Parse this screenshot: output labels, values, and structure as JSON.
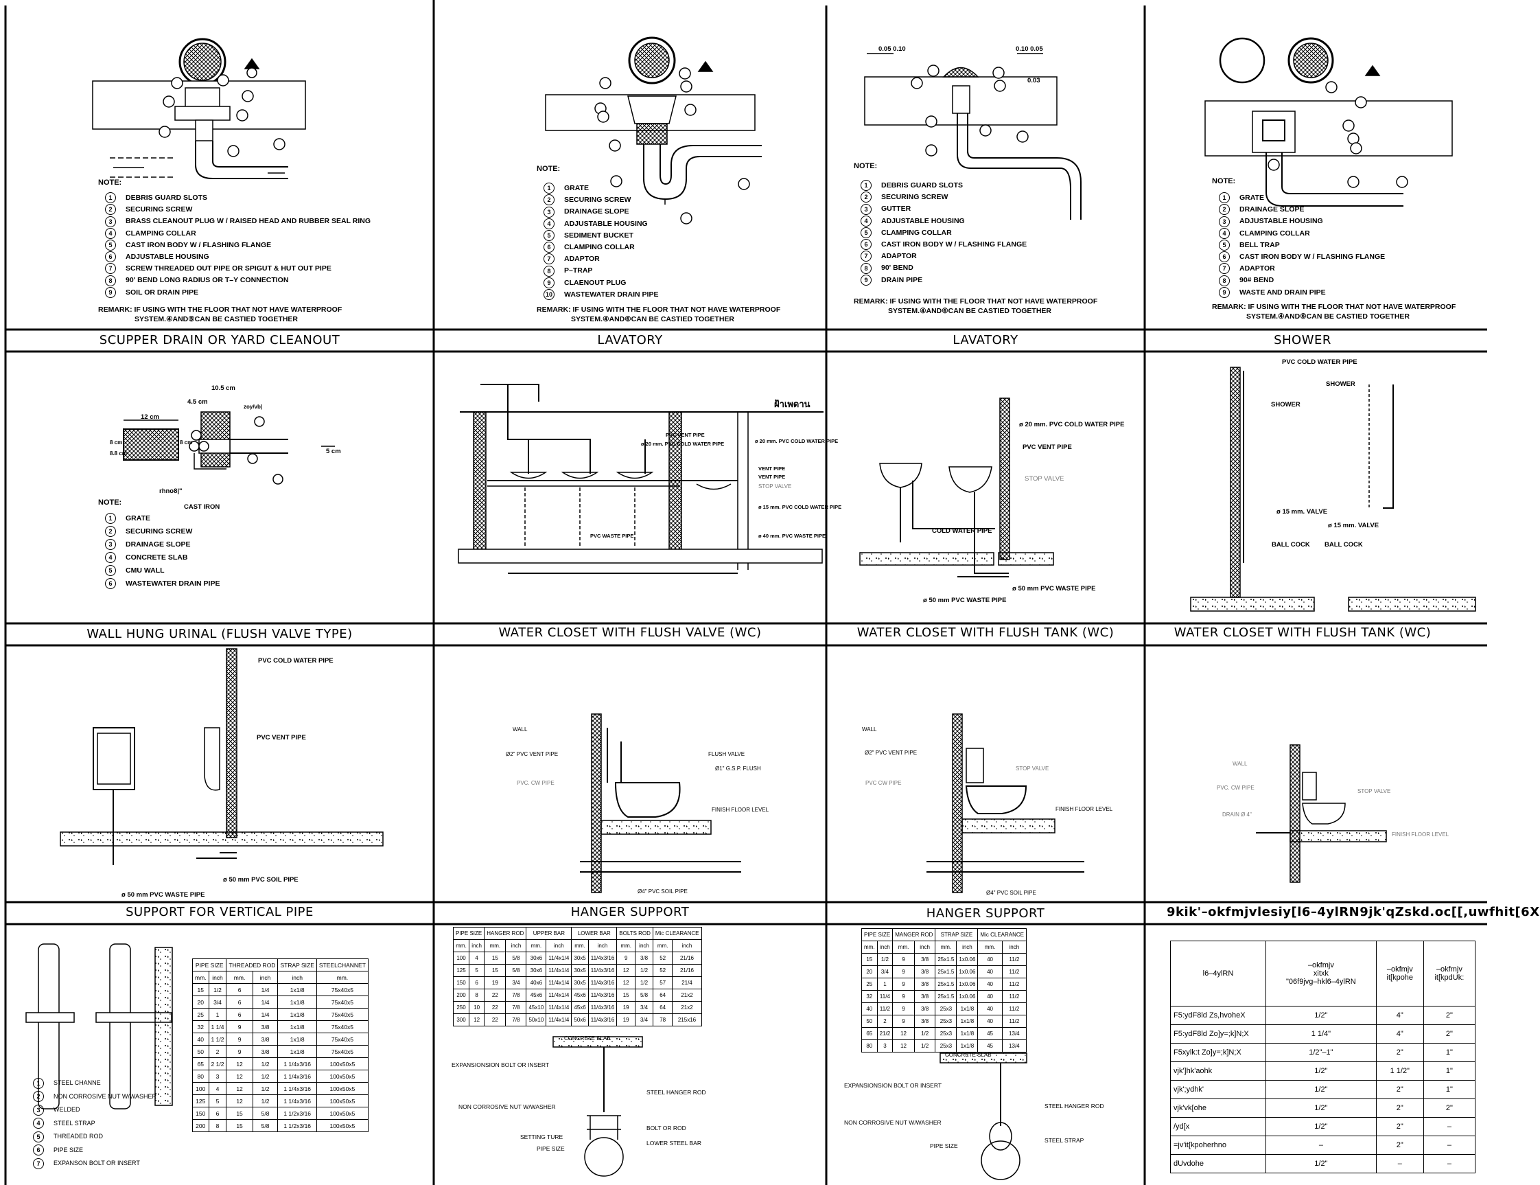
{
  "grid": {
    "titles": {
      "r1": [
        "SCUPPER DRAIN OR YARD CLEANOUT",
        "LAVATORY",
        "LAVATORY",
        "SHOWER"
      ],
      "r2": [
        "WALL HUNG URINAL (FLUSH VALVE TYPE)",
        "WATER CLOSET WITH FLUSH VALVE (WC)",
        "WATER CLOSET WITH FLUSH TANK (WC)",
        "WATER CLOSET WITH FLUSH TANK (WC)"
      ],
      "r3": [
        "SUPPORT FOR VERTICAL PIPE",
        "HANGER SUPPORT",
        "HANGER SUPPORT",
        "9kik'–okfmjvlesiy[l6–4ylRN9jk'qZskd.oc[[,uwfhit[6X"
      ]
    }
  },
  "note_label": "NOTE:",
  "remark_label": "REMARK:",
  "p1": {
    "notes": [
      "DEBRIS GUARD SLOTS",
      "SECURING SCREW",
      "BRASS CLEANOUT PLUG W / RAISED HEAD AND RUBBER SEAL RING",
      "CLAMPING COLLAR",
      "CAST IRON BODY W / FLASHING FLANGE",
      "ADJUSTABLE HOUSING",
      "SCREW THREADED OUT PIPE OR SPIGUT & HUT OUT PIPE",
      "90' BEND LONG RADIUS OR T–Y CONNECTION",
      "SOIL OR DRAIN PIPE"
    ],
    "remark1": "IF USING WITH THE FLOOR THAT NOT HAVE WATERPROOF",
    "remark2": "SYSTEM.④AND⑤CAN BE CASTIED TOGETHER"
  },
  "p2": {
    "notes": [
      "GRATE",
      "SECURING SCREW",
      "DRAINAGE SLOPE",
      "ADJUSTABLE HOUSING",
      "SEDIMENT BUCKET",
      "CLAMPING COLLAR",
      "ADAPTOR",
      "P–TRAP",
      "CLAENOUT PLUG",
      "WASTEWATER DRAIN PIPE"
    ],
    "remark1": "IF USING WITH THE FLOOR THAT NOT HAVE WATERPROOF",
    "remark2": "SYSTEM.④AND⑥CAN BE CASTIED TOGETHER"
  },
  "p3": {
    "dims_left": "0.05 0.10",
    "dims_right": "0.10 0.05",
    "dim_small": "0.03",
    "notes": [
      "DEBRIS GUARD SLOTS",
      "SECURING SCREW",
      "GUTTER",
      "ADJUSTABLE HOUSING",
      "CLAMPING COLLAR",
      "CAST IRON BODY W / FLASHING FLANGE",
      "ADAPTOR",
      "90' BEND",
      "DRAIN PIPE"
    ],
    "remark1": "IF USING WITH THE FLOOR THAT NOT HAVE WATERPROOF",
    "remark2": "SYSTEM.④AND⑥CAN BE CASTIED TOGETHER"
  },
  "p4": {
    "notes": [
      "GRATE",
      "DRAINAGE SLOPE",
      "ADJUSTABLE HOUSING",
      "CLAMPING COLLAR",
      "BELL TRAP",
      "CAST IRON BODY W / FLASHING FLANGE",
      "ADAPTOR",
      "90# BEND",
      "WASTE AND DRAIN PIPE"
    ],
    "remark1": "IF USING WITH THE FLOOR THAT NOT HAVE WATERPROOF",
    "remark2": "SYSTEM.④AND⑥CAN BE CASTIED TOGETHER"
  },
  "p5": {
    "dim_a": "10.5 cm",
    "dim_b": "4.5 cm",
    "dim_c": "12 cm",
    "dim_d": "8 cm",
    "dim_e": "8.8 cm",
    "dim_f": "8 cm",
    "dim_g": "5 cm",
    "wall": "zoy/vb|",
    "rhno": "rhno8|\"",
    "cast": "CAST IRON",
    "notes": [
      "GRATE",
      "SECURING SCREW",
      "DRAINAGE SLOPE",
      "CONCRETE SLAB",
      "CMU WALL",
      "WASTEWATER DRAIN PIPE"
    ]
  },
  "p6": {
    "thai": "ฝ้าเพดาน",
    "l1": "PVC VENT PIPE",
    "l2": "ø 20 mm. PVC COLD WATER PIPE",
    "l3": "ø 20 mm. PVC COLD WATER PIPE",
    "l4": "VENT PIPE",
    "l5": "VENT PIPE",
    "l6": "STOP VALVE",
    "l7": "ø 15 mm. PVC COLD WATER PIPE",
    "l8": "PVC WASTE PIPE",
    "l9": "ø 40 mm. PVC WASTE PIPE"
  },
  "p7": {
    "l1": "ø 20 mm. PVC COLD WATER PIPE",
    "l2": "PVC VENT PIPE",
    "l3": "STOP VALVE",
    "l4": "COLD WATER PIPE",
    "l5": "ø 50 mm PVC WASTE PIPE",
    "l6": "ø 50 mm PVC WASTE PIPE"
  },
  "p8": {
    "l1": "PVC COLD WATER PIPE",
    "l2": "SHOWER",
    "l3": "SHOWER",
    "l4": "ø 15 mm. VALVE",
    "l5": "ø 15 mm. VALVE",
    "l6": "BALL COCK",
    "l7": "BALL COCK"
  },
  "p9": {
    "l1": "PVC COLD WATER PIPE",
    "l2": "PVC VENT PIPE",
    "l3": "ø 50 mm PVC SOIL PIPE",
    "l4": "ø 50 mm PVC WASTE PIPE"
  },
  "p10": {
    "l1": "WALL",
    "l2": "Ø2\" PVC VENT PIPE",
    "l3": "PVC. CW PIPE",
    "l4": "FLUSH VALVE",
    "l5": "Ø1\" G.S.P. FLUSH",
    "l6": "FINISH FLOOR LEVEL",
    "l7": "Ø4\" PVC SOIL PIPE"
  },
  "p11": {
    "l1": "WALL",
    "l2": "Ø2\" PVC VENT PIPE",
    "l3": "PVC CW PIPE",
    "l4": "STOP VALVE",
    "l5": "FINISH FLOOR LEVEL",
    "l6": "Ø4\" PVC SOIL PIPE"
  },
  "p12": {
    "l1": "WALL",
    "l2": "PVC. CW PIPE",
    "l3": "DRAIN Ø 4\"",
    "l4": "STOP VALVE",
    "l5": "FINISH FLOOR LEVEL"
  },
  "p13": {
    "headers": [
      "PIPE SIZE",
      "THREADED ROD",
      "STRAP SIZE",
      "STEELCHANNET"
    ],
    "units": [
      "mm.",
      "inch",
      "mm.",
      "inch",
      "inch",
      "mm."
    ],
    "rows": [
      [
        "15",
        "1/2",
        "6",
        "1/4",
        "1x1/8",
        "75x40x5"
      ],
      [
        "20",
        "3/4",
        "6",
        "1/4",
        "1x1/8",
        "75x40x5"
      ],
      [
        "25",
        "1",
        "6",
        "1/4",
        "1x1/8",
        "75x40x5"
      ],
      [
        "32",
        "1 1/4",
        "9",
        "3/8",
        "1x1/8",
        "75x40x5"
      ],
      [
        "40",
        "1 1/2",
        "9",
        "3/8",
        "1x1/8",
        "75x40x5"
      ],
      [
        "50",
        "2",
        "9",
        "3/8",
        "1x1/8",
        "75x40x5"
      ],
      [
        "65",
        "2 1/2",
        "12",
        "1/2",
        "1 1/4x3/16",
        "100x50x5"
      ],
      [
        "80",
        "3",
        "12",
        "1/2",
        "1 1/4x3/16",
        "100x50x5"
      ],
      [
        "100",
        "4",
        "12",
        "1/2",
        "1 1/4x3/16",
        "100x50x5"
      ],
      [
        "125",
        "5",
        "12",
        "1/2",
        "1 1/4x3/16",
        "100x50x5"
      ],
      [
        "150",
        "6",
        "15",
        "5/8",
        "1 1/2x3/16",
        "100x50x5"
      ],
      [
        "200",
        "8",
        "15",
        "5/8",
        "1 1/2x3/16",
        "100x50x5"
      ]
    ],
    "legend": [
      "STEEL CHANNE",
      "NON CORROSIVE NUT W/WASHER",
      "WELDED",
      "STEEL STRAP",
      "THREADED ROD",
      "PIPE SIZE",
      "EXPANSON BOLT OR INSERT"
    ]
  },
  "p14": {
    "headers": [
      "PIPE SIZE",
      "HANGER ROD",
      "UPPER BAR",
      "LOWER BAR",
      "BOLTS ROD",
      "Mic CLEARANCE"
    ],
    "units": [
      "mm.",
      "inch",
      "mm.",
      "inch",
      "mm.",
      "inch",
      "mm.",
      "inch",
      "mm.",
      "inch",
      "mm.",
      "inch"
    ],
    "rows": [
      [
        "100",
        "4",
        "15",
        "5/8",
        "30x6",
        "11/4x1/4",
        "30x5",
        "11/4x3/16",
        "9",
        "3/8",
        "52",
        "21/16"
      ],
      [
        "125",
        "5",
        "15",
        "5/8",
        "30x6",
        "11/4x1/4",
        "30x5",
        "11/4x3/16",
        "12",
        "1/2",
        "52",
        "21/16"
      ],
      [
        "150",
        "6",
        "19",
        "3/4",
        "40x6",
        "11/4x1/4",
        "30x5",
        "11/4x3/16",
        "12",
        "1/2",
        "57",
        "21/4"
      ],
      [
        "200",
        "8",
        "22",
        "7/8",
        "45x6",
        "11/4x1/4",
        "45x6",
        "11/4x3/16",
        "15",
        "5/8",
        "64",
        "21x2"
      ],
      [
        "250",
        "10",
        "22",
        "7/8",
        "45x10",
        "11/4x1/4",
        "45x6",
        "11/4x3/16",
        "19",
        "3/4",
        "64",
        "21x2"
      ],
      [
        "300",
        "12",
        "22",
        "7/8",
        "50x10",
        "11/4x1/4",
        "50x6",
        "11/4x3/16",
        "19",
        "3/4",
        "78",
        "215x16"
      ]
    ],
    "slab": "CONCRETE  SLAB",
    "l1": "EXPANSIONSION BOLT OR INSERT",
    "l2": "STEEL HANGER ROD",
    "l3": "NON CORROSIVE NUT W/WASHER",
    "l4": "BOLT OR ROD",
    "l5": "SETTING TURE",
    "l6": "LOWER STEEL BAR",
    "l7": "PIPE SIZE"
  },
  "p15": {
    "headers": [
      "PIPE SIZE",
      "MANGER ROD",
      "STRAP SIZE",
      "Mic CLEARANCE"
    ],
    "units": [
      "mm.",
      "inch",
      "mm.",
      "inch",
      "mm.",
      "inch",
      "mm.",
      "inch"
    ],
    "rows": [
      [
        "15",
        "1/2",
        "9",
        "3/8",
        "25x1.5",
        "1x0.06",
        "40",
        "11/2"
      ],
      [
        "20",
        "3/4",
        "9",
        "3/8",
        "25x1.5",
        "1x0.06",
        "40",
        "11/2"
      ],
      [
        "25",
        "1",
        "9",
        "3/8",
        "25x1.5",
        "1x0.06",
        "40",
        "11/2"
      ],
      [
        "32",
        "11/4",
        "9",
        "3/8",
        "25x1.5",
        "1x0.06",
        "40",
        "11/2"
      ],
      [
        "40",
        "11/2",
        "9",
        "3/8",
        "25x3",
        "1x1/8",
        "40",
        "11/2"
      ],
      [
        "50",
        "2",
        "9",
        "3/8",
        "25x3",
        "1x1/8",
        "40",
        "11/2"
      ],
      [
        "65",
        "21/2",
        "12",
        "1/2",
        "25x3",
        "1x1/8",
        "45",
        "13/4"
      ],
      [
        "80",
        "3",
        "12",
        "1/2",
        "25x3",
        "1x1/8",
        "45",
        "13/4"
      ]
    ],
    "slab": "CONCRETE  SLAB",
    "l1": "EXPANSIONSION BOLT OR INSERT",
    "l2": "STEEL HANGER ROD",
    "l3": "NON CORROSIVE NUT W/WASHER",
    "l4": "STEEL STRAP",
    "l5": "PIPE SIZE"
  },
  "p16": {
    "h1": "l6–4ylRN",
    "h2a": "–okfmjv",
    "h2b": "xitxk",
    "h2c": "\"06f9jvg–hkl6–4ylRN",
    "h3a": "–okfmjv",
    "h3b": "it[kpohe",
    "h4a": "–okfmjv",
    "h4b": "it[kpdUk:",
    "rows": [
      [
        "F5:ydF8ld Zs,hvoheX",
        "1/2\"",
        "4\"",
        "2\""
      ],
      [
        "F5:ydF8ld Zo]y=;k]N;X",
        "1 1/4\"",
        "4\"",
        "2\""
      ],
      [
        "F5xylk:t Zo]y=;k]N;X",
        "1/2\"–1\"",
        "2\"",
        "1\""
      ],
      [
        "vjk']hk'aohk",
        "1/2\"",
        "1 1/2\"",
        "1\""
      ],
      [
        "vjk';ydhk'",
        "1/2\"",
        "2\"",
        "1\""
      ],
      [
        "vjk'vk[ohe",
        "1/2\"",
        "2\"",
        "2\""
      ],
      [
        "/yd[x",
        "1/2\"",
        "2\"",
        "–"
      ],
      [
        "=jv'it[kpoherhno",
        "–",
        "2\"",
        "–"
      ],
      [
        "dUvdohe",
        "1/2\"",
        "–",
        "–"
      ]
    ]
  }
}
